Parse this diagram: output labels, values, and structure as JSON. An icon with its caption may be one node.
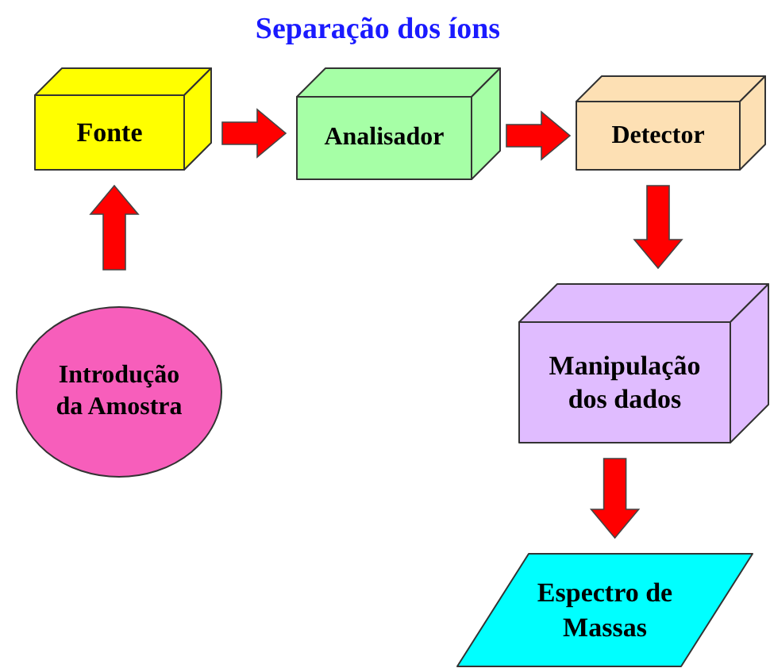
{
  "diagram": {
    "title": "Separação dos íons",
    "nodes": [
      {
        "text": [
          "Fonte"
        ]
      },
      {
        "text": [
          "Analisador"
        ]
      },
      {
        "text": [
          "Detector"
        ]
      },
      {
        "text": [
          "Introdução da Amostra"
        ]
      },
      {
        "text": [
          "Manipulação dos dados"
        ]
      },
      {
        "text": [
          "Espectro de Massas"
        ]
      }
    ],
    "edges": [
      {
        "from": 3,
        "to": 0,
        "arrow": "to"
      },
      {
        "from": 0,
        "to": 1,
        "arrow": "to"
      },
      {
        "from": 1,
        "to": 2,
        "arrow": "to"
      },
      {
        "from": 2,
        "to": 4,
        "arrow": "to"
      },
      {
        "from": 4,
        "to": 5,
        "arrow": "to"
      }
    ]
  }
}
